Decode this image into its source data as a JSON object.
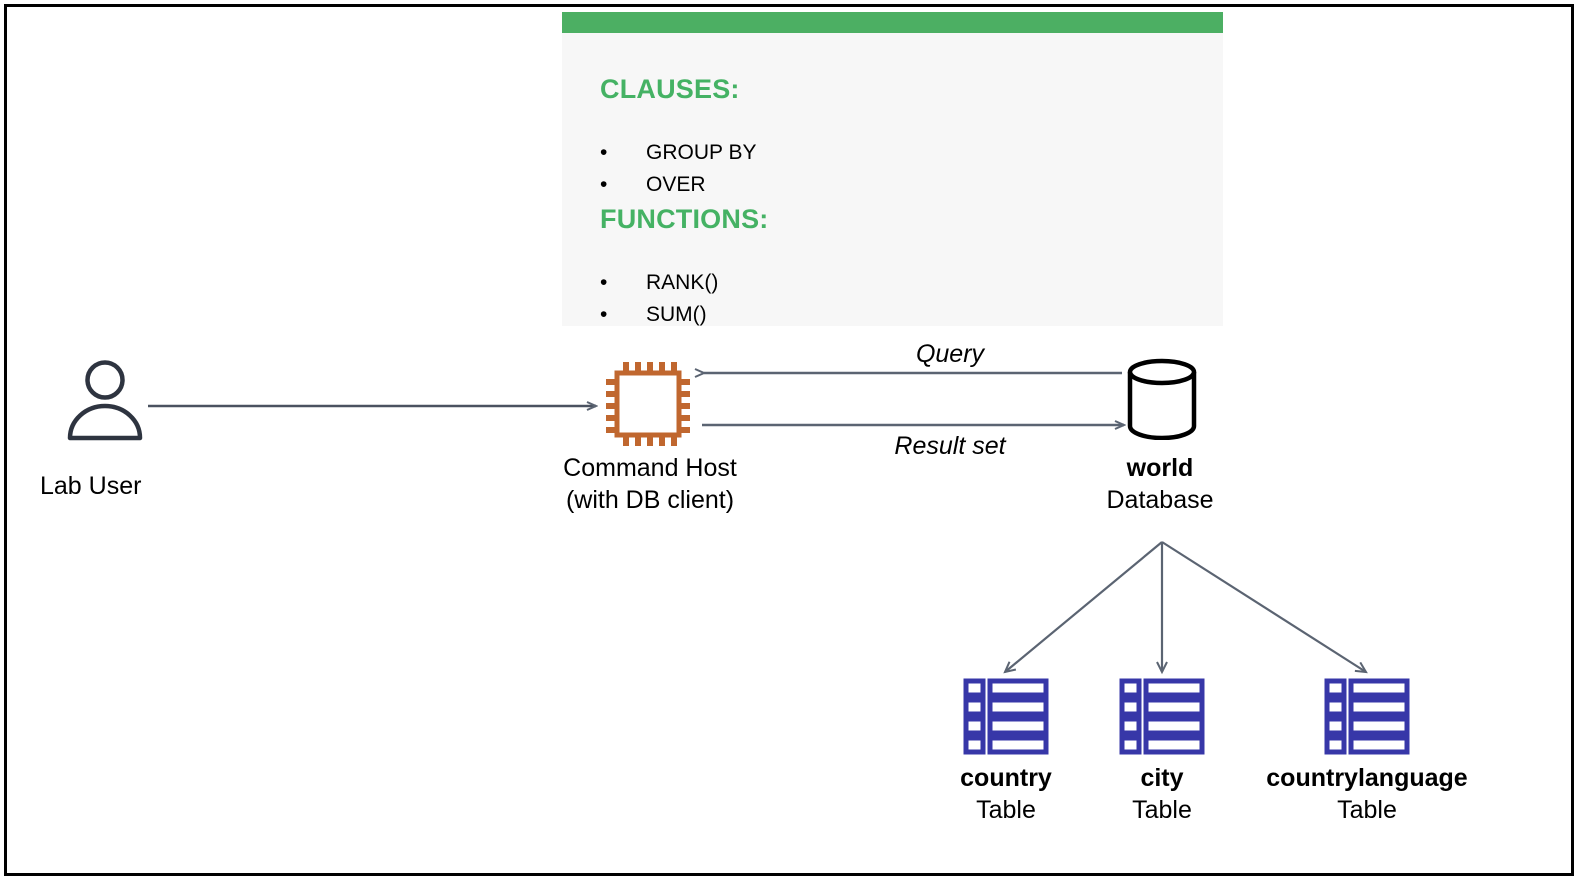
{
  "frame": {
    "border_color": "#000000"
  },
  "info_panel": {
    "bar_color": "#4caf63",
    "background": "#f7f7f7",
    "heading_color": "#45b264",
    "clauses_heading": "CLAUSES:",
    "clauses": [
      "GROUP BY",
      "OVER"
    ],
    "functions_heading": "FUNCTIONS:",
    "functions": [
      "RANK()",
      "SUM()"
    ],
    "bullet_glyph": "•"
  },
  "actors": {
    "user": {
      "label": "Lab User",
      "icon": "person-icon",
      "color": "#2e3440"
    },
    "command_host": {
      "line1": "Command Host",
      "line2": "(with DB client)",
      "icon": "cpu-chip-icon",
      "color": "#c0672f"
    },
    "database": {
      "name": "world",
      "kind": "Database",
      "icon": "database-cylinder-icon",
      "color": "#000000"
    }
  },
  "flows": {
    "user_to_host": {
      "label": "",
      "direction": "right"
    },
    "query": {
      "label": "Query",
      "direction": "left"
    },
    "result_set": {
      "label": "Result set",
      "direction": "right"
    },
    "arrow_color": "#5b6472"
  },
  "tables": {
    "icon_color": "#3737a8",
    "kind_label": "Table",
    "items": [
      {
        "name": "country",
        "kind": "Table"
      },
      {
        "name": "city",
        "kind": "Table"
      },
      {
        "name": "countrylanguage",
        "kind": "Table"
      }
    ]
  }
}
